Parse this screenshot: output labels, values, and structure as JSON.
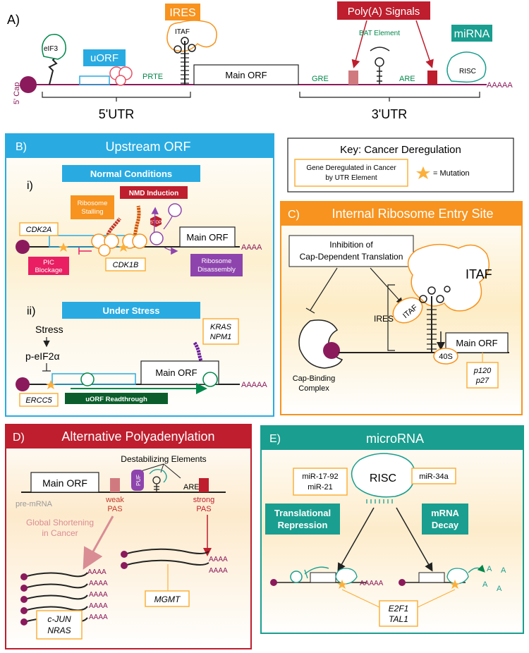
{
  "panelA": {
    "label": "A)",
    "cap": "5' Cap",
    "eif3": "eIF3",
    "uorf": "uORF",
    "prte": "PRTE",
    "ires": "IRES",
    "itaf": "ITAF",
    "main_orf": "Main ORF",
    "polya_signals": "Poly(A) Signals",
    "bat": "BAT Element",
    "gre": "GRE",
    "are": "ARE",
    "mirna": "miRNA",
    "risc": "RISC",
    "polya_tail": "AAAAA",
    "utr5": "5'UTR",
    "utr3": "3'UTR"
  },
  "panelB": {
    "title": "Upstream ORF",
    "label": "B)",
    "i": "i)",
    "normal": "Normal Conditions",
    "nmd": "NMD Induction",
    "stalling": "Ribosome Stalling",
    "stop": "STOP",
    "cdk2a": "CDK2A",
    "cdk1b": "CDK1B",
    "main_orf": "Main ORF",
    "aaaa": "AAAA",
    "pic": "PIC Blockage",
    "disassembly": "Ribosome Disassembly",
    "ii": "ii)",
    "stress_title": "Under Stress",
    "stress": "Stress",
    "peif2a": "p-eIF2α",
    "kras": "KRAS",
    "npm1": "NPM1",
    "main_orf2": "Main ORF",
    "aaaaa": "AAAAA",
    "ercc5": "ERCC5",
    "readthrough": "uORF Readthrough"
  },
  "key": {
    "title": "Key: Cancer Deregulation",
    "gene_line1": "Gene Deregulated in Cancer",
    "gene_line2": "by UTR Element",
    "mutation": "= Mutation"
  },
  "panelC": {
    "label": "C)",
    "title": "Internal Ribosome Entry Site",
    "inhibition1": "Inhibition of",
    "inhibition2": "Cap-Dependent Translation",
    "itaf": "ITAF",
    "itaf_small": "ITAF",
    "ires": "IRES",
    "main_orf": "Main ORF",
    "s40": "40S",
    "cap_complex1": "Cap-Binding",
    "cap_complex2": "Complex",
    "p120": "p120",
    "p27": "p27"
  },
  "panelD": {
    "label": "D)",
    "title": "Alternative Polyadenylation",
    "destab": "Destabilizing Elements",
    "main_orf": "Main ORF",
    "puf": "PUF",
    "are": "ARE",
    "pre_mrna": "pre-mRNA",
    "weak1": "weak",
    "weak2": "PAS",
    "strong1": "strong",
    "strong2": "PAS",
    "global1": "Global Shortening",
    "global2": "in Cancer",
    "aaaa": "AAAA",
    "mgmt": "MGMT",
    "cjun": "c-JUN",
    "nras": "NRAS"
  },
  "panelE": {
    "label": "E)",
    "title": "microRNA",
    "risc": "RISC",
    "mir1": "miR-17-92",
    "mir2": "miR-21",
    "mir3": "miR-34a",
    "transl1": "Translational",
    "transl2": "Repression",
    "mrna1": "mRNA",
    "mrna2": "Decay",
    "aaaaa": "AAAAA",
    "a": "A",
    "e2f1": "E2F1",
    "tal1": "TAL1"
  },
  "colors": {
    "blue": "#29abe2",
    "orange": "#f7931e",
    "red": "#be1e2d",
    "teal": "#1a9e8f",
    "maroon": "#8b1a5c",
    "green": "#00874a",
    "purple": "#8e44ad",
    "yellow": "#fbb03b"
  }
}
